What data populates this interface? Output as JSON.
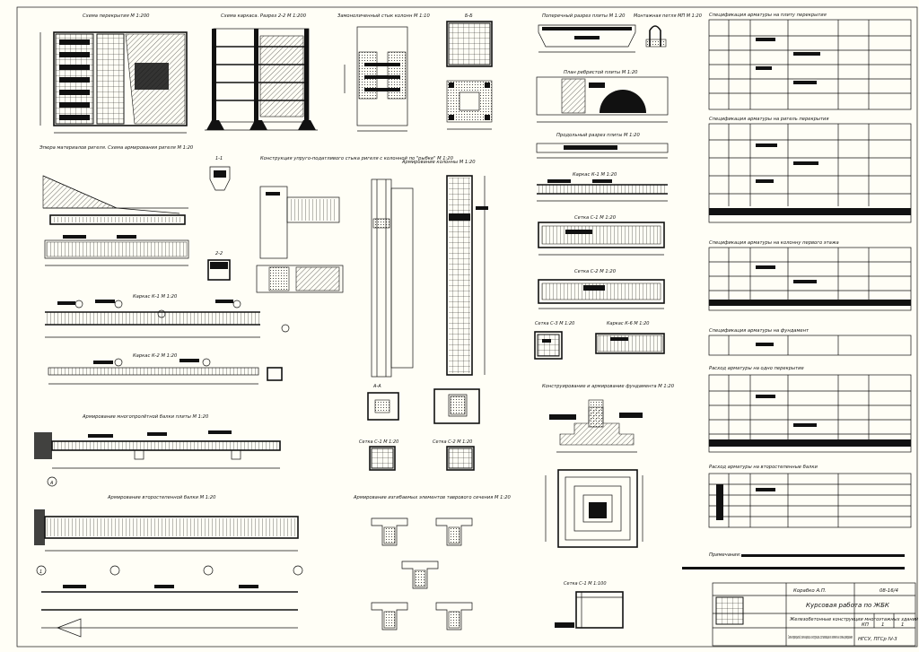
{
  "sheet": {
    "captions": {
      "floor_plan": "Схема перекрытия М 1:200",
      "frame": "Схема каркаса. Разрез 2-2 М 1:200",
      "wall_beam": "Замоноличенный стык колонн М 1:10",
      "slab_section": "Поперечный разрез плиты М 1:20",
      "mount_loop": "Монтажная петля МП М 1:20",
      "slab_plan": "План ребристой плиты М 1:20",
      "slab_long": "Продольный разрез плиты М 1:20",
      "cage_k1": "Каркас К-1 М 1:20",
      "mesh_c1": "Сетка С-1 М 1:20",
      "mesh_c2": "Сетка С-2 М 1:20",
      "mesh_c3": "Сетка С-3 М 1:20",
      "cage_k6": "Каркас К-6 М 1:20",
      "foundation": "Конструирование и армирование фундамента М 1:20",
      "mesh_c4": "Сетка С-1 М 1:100",
      "rigel_epure": "Эпюра материалов ригеля. Схема армирования ригеля М 1:20",
      "rigel_joint": "Конструкция упруго-податливого стыка ригеля с колонной по \"рыбке\" М 1:20",
      "column_reinf": "Армирование колонны М 1:20",
      "cage_kp1": "Каркас К-1 М 1:20",
      "cage_kp2": "Каркас К-2 М 1:20",
      "mesh_col1": "Сетка С-1 М 1:20",
      "mesh_col2": "Сетка С-2 М 1:20",
      "beam_reinf": "Армирование многопролётной балки плиты М 1:20",
      "secondary_beam": "Армирование второстепенной балки М 1:20",
      "tee_elements": "Армирование изгибаемых элементов таврового сечения М 1:20",
      "notes": "Примечания:"
    },
    "spec_titles": [
      "Спецификация арматуры на плиту перекрытия",
      "Спецификация арматуры на ригель перекрытия",
      "Спецификация арматуры на колонну первого этажа",
      "Спецификация арматуры на фундамент",
      "Расход арматуры на одно перекрытие",
      "Расход арматуры на второстепенные балки"
    ],
    "title_block": {
      "author": "Корабко А.П.",
      "code": "08-16/4",
      "project": "Курсовая работа по ЖБК",
      "subject": "Железобетонные конструкции многоэтажных зданий",
      "contents": "Схема перекрытий, схема каркаса, конструкции, составляющие их элементы и схемы армирования",
      "stage": "КП",
      "sheet": "1",
      "sheets": "1",
      "org": "НГСУ, ПГСр IV-3"
    },
    "labels": {
      "sec_1_1": "1-1",
      "sec_2_2": "2-2",
      "sec_b_b": "Б-Б",
      "sec_a_a": "А-А",
      "axis_1": "1",
      "axis_a": "А"
    }
  }
}
